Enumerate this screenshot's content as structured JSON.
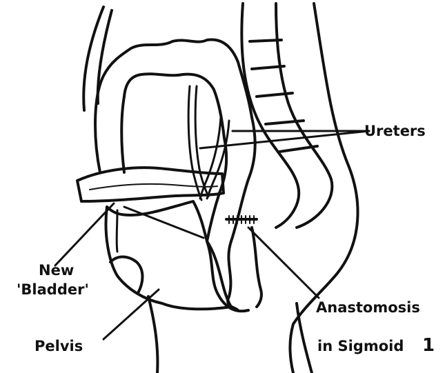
{
  "labels": {
    "ureters": "Ureters",
    "new_line1": "New",
    "new_line2": "'Bladder'",
    "pelvis": "Pelvis",
    "anastomosis_line1": "Anastomosis",
    "anastomosis_line2": "in Sigmoid",
    "figure_number": "1"
  },
  "colors": {
    "ink": "#111111",
    "paper": "#ffffff"
  }
}
